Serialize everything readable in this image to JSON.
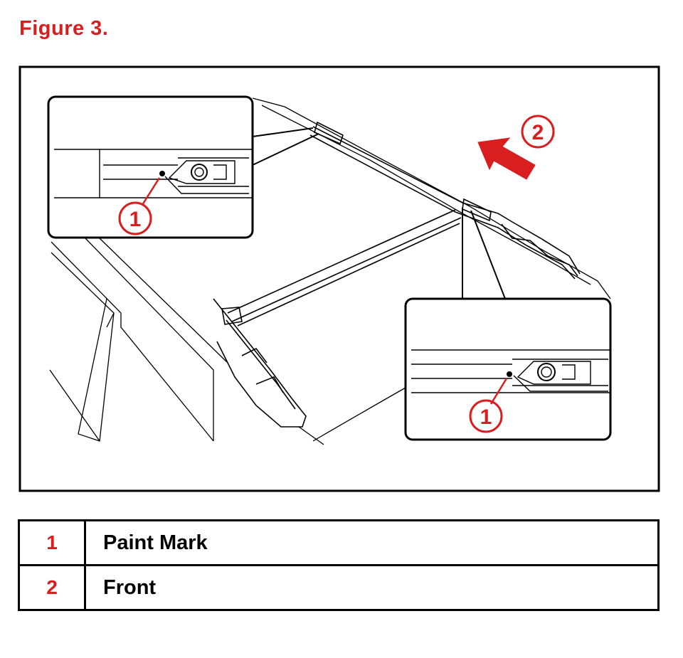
{
  "figure": {
    "title": "Figure 3."
  },
  "callouts": {
    "paint_mark": "1",
    "front": "2"
  },
  "legend": {
    "rows": [
      {
        "number": "1",
        "description": "Paint Mark"
      },
      {
        "number": "2",
        "description": "Front"
      }
    ]
  },
  "colors": {
    "accent": "#d81e1e",
    "line": "#000000"
  }
}
